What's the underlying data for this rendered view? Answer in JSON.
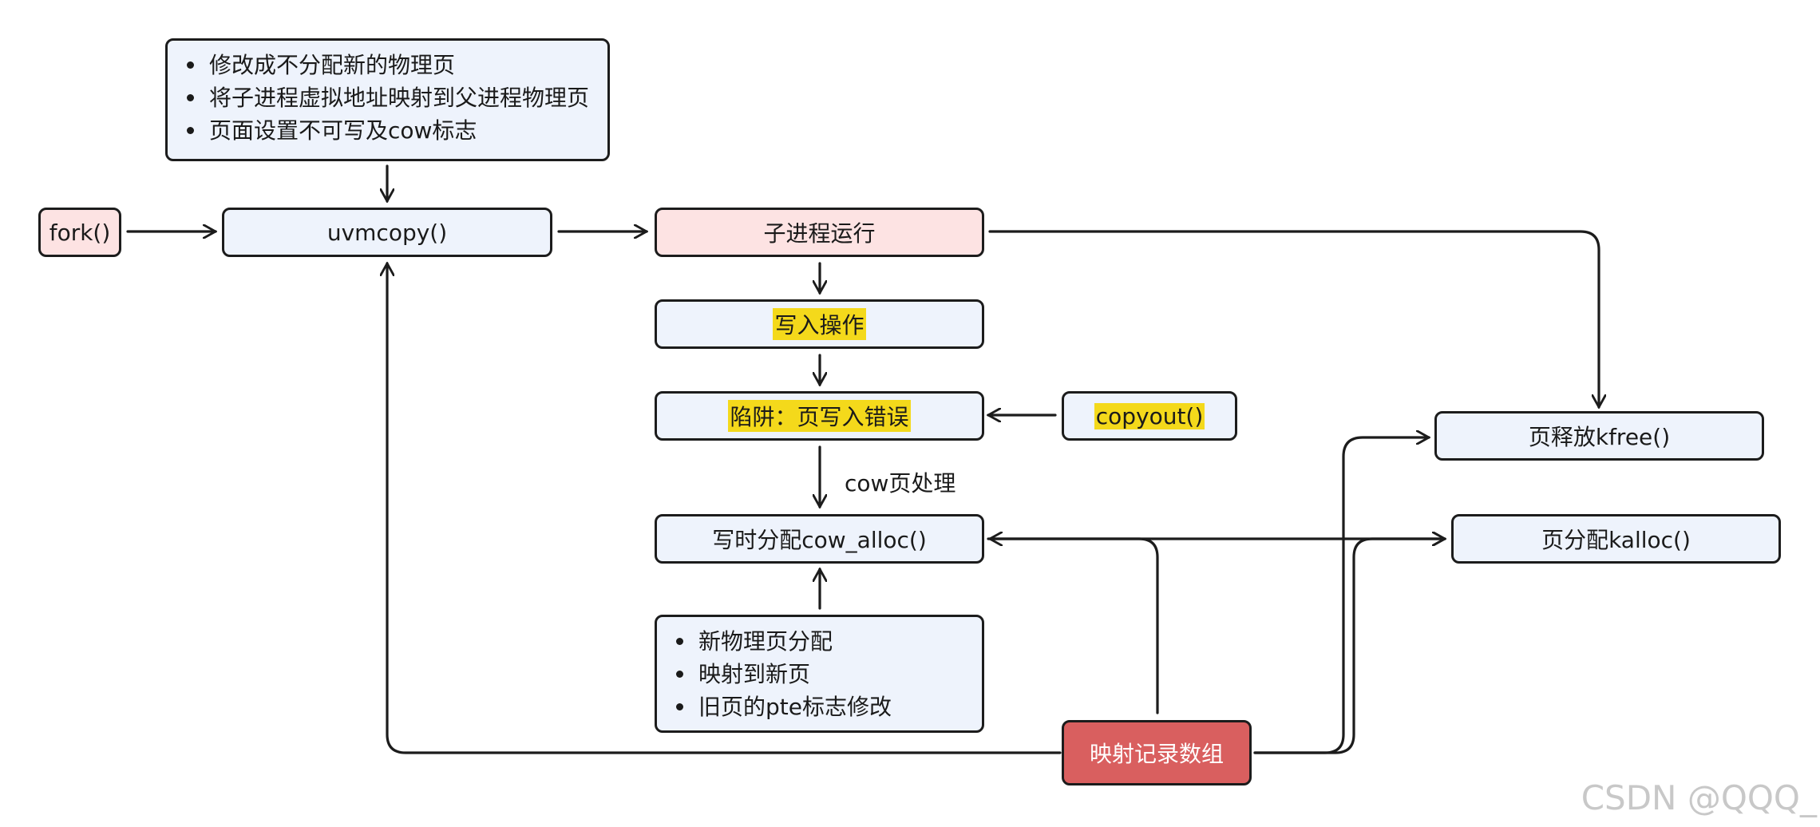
{
  "nodes": {
    "fork": "fork()",
    "uvmcopy": "uvmcopy()",
    "child_run": "子进程运行",
    "write_op": "写入操作",
    "trap": "陷阱：页写入错误",
    "copyout": "copyout()",
    "cow_alloc": "写时分配cow_alloc()",
    "kfree": "页释放kfree()",
    "kalloc": "页分配kalloc()",
    "mapping_array": "映射记录数组"
  },
  "uvmcopy_notes": [
    "修改成不分配新的物理页",
    "将子进程虚拟地址映射到父进程物理页",
    "页面设置不可写及cow标志"
  ],
  "cow_alloc_notes": [
    "新物理页分配",
    "映射到新页",
    "旧页的pte标志修改"
  ],
  "edge_labels": {
    "cow_handling": "cow页处理"
  },
  "watermark": "CSDN @QQQ_",
  "colors": {
    "node_fill": "#eef3fc",
    "start_fill": "#fde3e3",
    "array_fill": "#d95f5f",
    "highlight": "#f4d91b",
    "stroke": "#1c1c1c"
  }
}
